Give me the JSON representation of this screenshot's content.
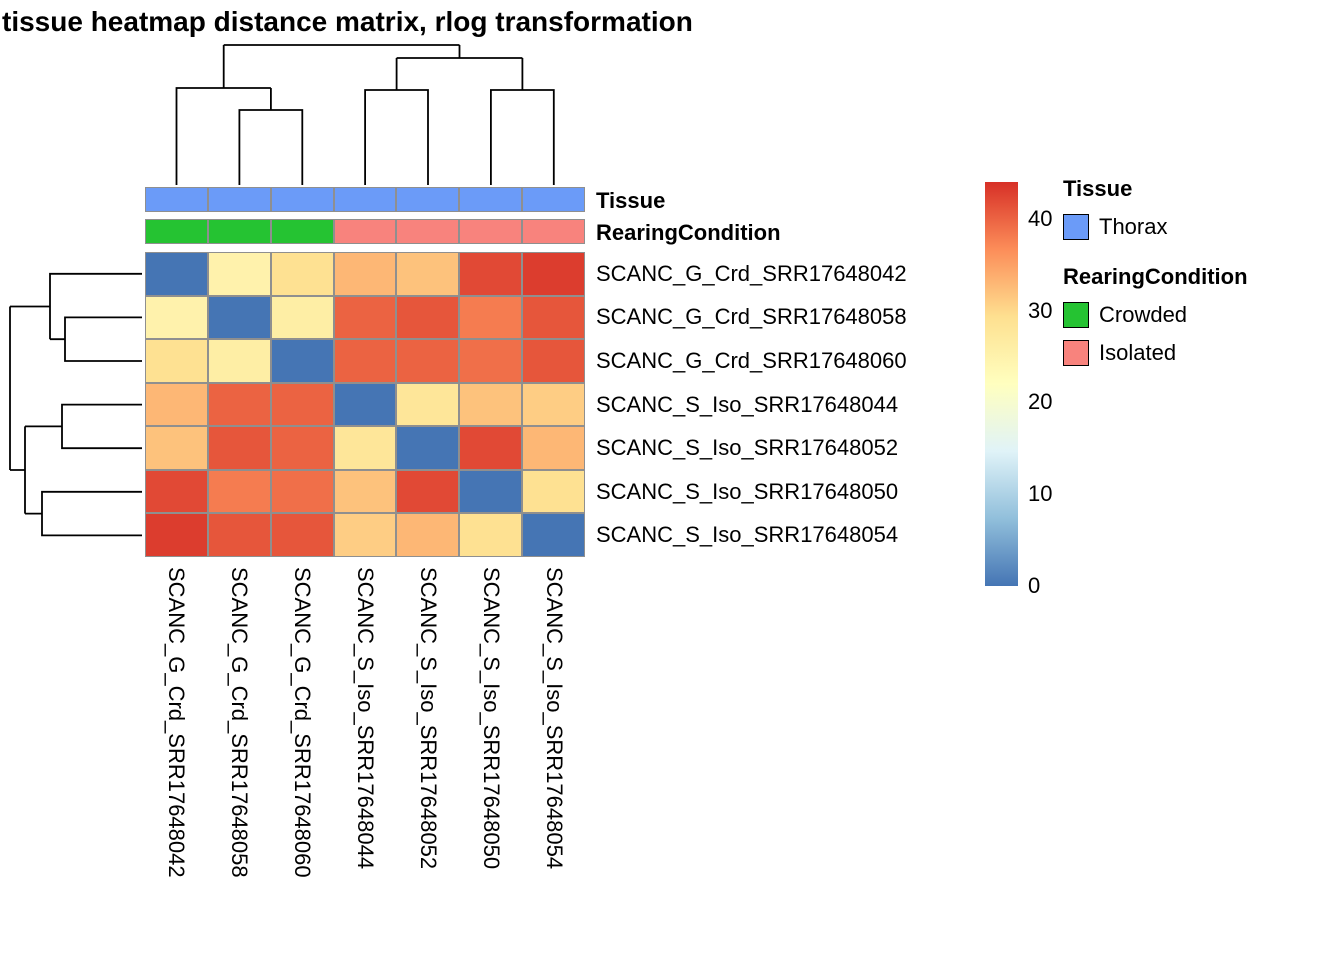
{
  "chart_data": {
    "type": "heatmap",
    "title": "tissue heatmap distance matrix, rlog transformation",
    "rows": [
      "SCANC_G_Crd_SRR17648042",
      "SCANC_G_Crd_SRR17648058",
      "SCANC_G_Crd_SRR17648060",
      "SCANC_S_Iso_SRR17648044",
      "SCANC_S_Iso_SRR17648052",
      "SCANC_S_Iso_SRR17648050",
      "SCANC_S_Iso_SRR17648054"
    ],
    "columns": [
      "SCANC_G_Crd_SRR17648042",
      "SCANC_G_Crd_SRR17648058",
      "SCANC_G_Crd_SRR17648060",
      "SCANC_S_Iso_SRR17648044",
      "SCANC_S_Iso_SRR17648052",
      "SCANC_S_Iso_SRR17648050",
      "SCANC_S_Iso_SRR17648054"
    ],
    "values": [
      [
        0,
        25,
        29,
        33,
        32,
        42,
        43
      ],
      [
        25,
        0,
        26,
        40,
        41,
        38,
        41
      ],
      [
        29,
        26,
        0,
        40,
        40,
        39,
        41
      ],
      [
        33,
        40,
        40,
        0,
        28,
        32,
        31
      ],
      [
        32,
        41,
        40,
        28,
        0,
        42,
        33
      ],
      [
        42,
        38,
        39,
        32,
        42,
        0,
        29
      ],
      [
        43,
        41,
        41,
        31,
        33,
        29,
        0
      ]
    ],
    "value_range": [
      0,
      44
    ],
    "colormap": {
      "name": "RdYlBu-reversed",
      "stops": [
        "#4575b4",
        "#91bfdb",
        "#e0f3f8",
        "#ffffbf",
        "#fee090",
        "#fc8d59",
        "#d73027"
      ]
    },
    "colorbar_ticks": [
      0,
      10,
      20,
      30,
      40
    ],
    "annotation_tracks": [
      "Tissue",
      "RearingCondition"
    ],
    "column_annotations": {
      "Tissue": [
        "Thorax",
        "Thorax",
        "Thorax",
        "Thorax",
        "Thorax",
        "Thorax",
        "Thorax"
      ],
      "RearingCondition": [
        "Crowded",
        "Crowded",
        "Crowded",
        "Isolated",
        "Isolated",
        "Isolated",
        "Isolated"
      ]
    },
    "annotation_colors": {
      "Thorax": "#6B9BF8",
      "Crowded": "#25C332",
      "Isolated": "#F8837D"
    },
    "legend": [
      {
        "title": "Tissue",
        "entries": [
          {
            "label": "Thorax",
            "color": "#6B9BF8"
          }
        ]
      },
      {
        "title": "RearingCondition",
        "entries": [
          {
            "label": "Crowded",
            "color": "#25C332"
          },
          {
            "label": "Isolated",
            "color": "#F8837D"
          }
        ]
      }
    ]
  }
}
